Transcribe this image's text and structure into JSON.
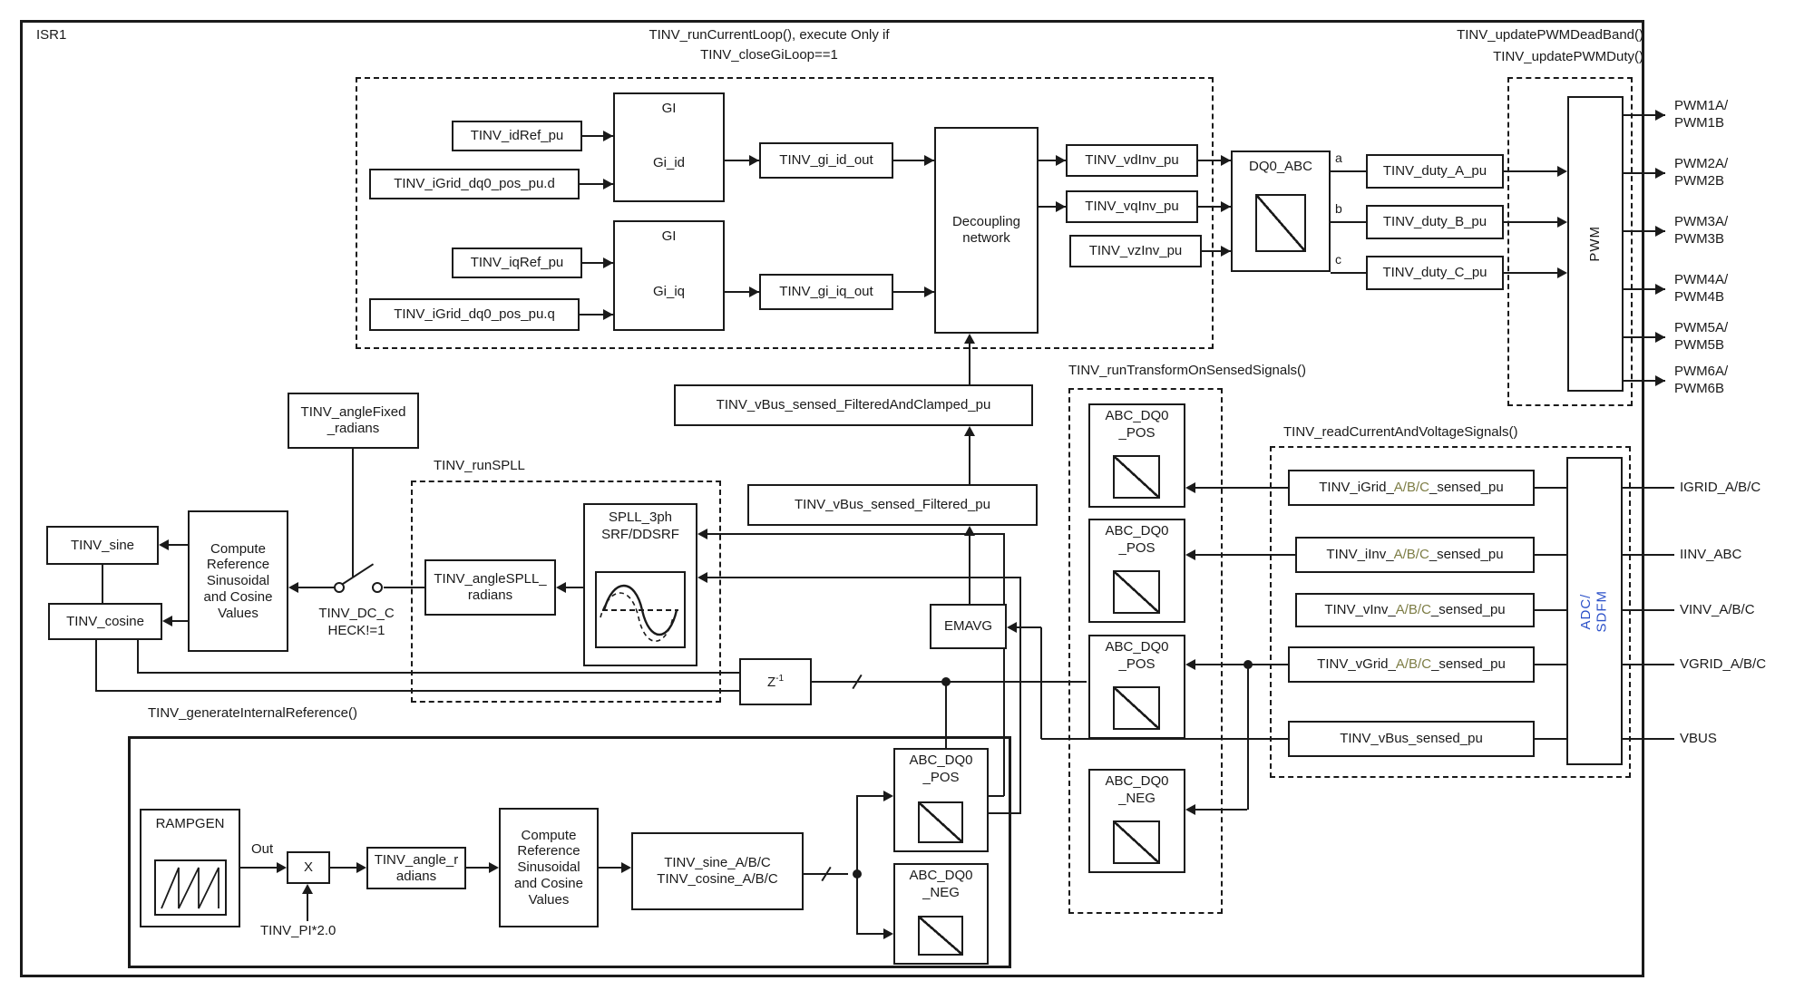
{
  "isr_label": "ISR1",
  "current_loop": {
    "title_line1": "TINV_runCurrentLoop(), execute Only if",
    "title_line2": "TINV_closeGiLoop==1",
    "id_ref": "TINV_idRef_pu",
    "igrid_d": "TINV_iGrid_dq0_pos_pu.d",
    "gi_header": "GI",
    "gi_id": "Gi_id",
    "gi_id_out": "TINV_gi_id_out",
    "iq_ref": "TINV_iqRef_pu",
    "igrid_q": "TINV_iGrid_dq0_pos_pu.q",
    "gi_iq": "Gi_iq",
    "gi_iq_out": "TINV_gi_iq_out",
    "decoupling": "Decoupling\nnetwork",
    "vd_inv": "TINV_vdInv_pu",
    "vq_inv": "TINV_vqInv_pu",
    "vz_inv": "TINV_vzInv_pu"
  },
  "dq0_abc": {
    "label": "DQ0_ABC",
    "a": "a",
    "b": "b",
    "c": "c"
  },
  "duty": {
    "a": "TINV_duty_A_pu",
    "b": "TINV_duty_B_pu",
    "c": "TINV_duty_C_pu"
  },
  "pwm": {
    "deadband_label": "TINV_updatePWMDeadBand()",
    "duty_label": "TINV_updatePWMDuty()",
    "block": "PWM",
    "outputs": [
      "PWM1A/\nPWM1B",
      "PWM2A/\nPWM2B",
      "PWM3A/\nPWM3B",
      "PWM4A/\nPWM4B",
      "PWM5A/\nPWM5B",
      "PWM6A/\nPWM6B"
    ]
  },
  "vbus": {
    "clamped": "TINV_vBus_sensed_FilteredAndClamped_pu",
    "filtered": "TINV_vBus_sensed_Filtered_pu",
    "emavg": "EMAVG"
  },
  "spll": {
    "run_label": "TINV_runSPLL",
    "angle_spll": "TINV_angleSPLL_\nradians",
    "block_title": "SPLL_3ph\nSRF/DDSRF"
  },
  "reference": {
    "angle_fixed": "TINV_angleFixed\n_radians",
    "compute": "Compute\nReference\nSinusoidal\nand Cosine\nValues",
    "sine": "TINV_sine",
    "cosine": "TINV_cosine",
    "dc_check": "TINV_DC_C\nHECK!=1"
  },
  "zblock": {
    "base": "Z",
    "exp": "-1"
  },
  "generate": {
    "label": "TINV_generateInternalReference()",
    "rampgen": "RAMPGEN",
    "out": "Out",
    "mult": "X",
    "pi": "TINV_PI*2.0",
    "angle": "TINV_angle_r\nadians",
    "compute": "Compute\nReference\nSinusoidal\nand Cosine\nValues",
    "sine_abc": "TINV_sine_A/B/C\nTINV_cosine_A/B/C",
    "pos": "ABC_DQ0\n_POS",
    "neg": "ABC_DQ0\n_NEG"
  },
  "transform": {
    "label": "TINV_runTransformOnSensedSignals()",
    "pos": "ABC_DQ0\n_POS",
    "neg": "ABC_DQ0\n_NEG"
  },
  "read": {
    "label": "TINV_readCurrentAndVoltageSignals()",
    "adc": "ADC/\nSDFM",
    "signals": [
      {
        "prefix": "TINV_iGrid_",
        "abc": "A/B/C",
        "suffix": "_sensed_pu"
      },
      {
        "prefix": "TINV_iInv_",
        "abc": "A/B/C",
        "suffix": "_sensed_pu"
      },
      {
        "prefix": "TINV_vInv_",
        "abc": "A/B/C",
        "suffix": "_sensed_pu"
      },
      {
        "prefix": "TINV_vGrid_",
        "abc": "A/B/C",
        "suffix": "_sensed_pu"
      },
      {
        "prefix": "TINV_vBus_sensed_pu",
        "abc": "",
        "suffix": ""
      }
    ]
  },
  "external": {
    "signals": [
      "IGRID_A/B/C",
      "IINV_ABC",
      "VINV_A/B/C",
      "VGRID_A/B/C",
      "VBUS"
    ]
  },
  "colors": {
    "line": "#1a1a1a",
    "abc_olive": "#7d7d45",
    "adc_blue": "#2b50c8"
  }
}
